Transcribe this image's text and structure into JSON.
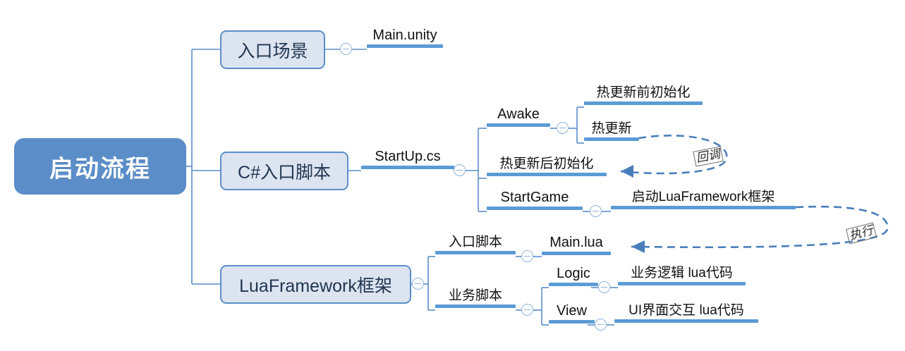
{
  "diagram": {
    "title": "启动流程",
    "type": "mindmap",
    "root": {
      "label": "启动流程"
    },
    "branches": [
      {
        "label": "入口场景",
        "children": [
          {
            "label": "Main.unity"
          }
        ]
      },
      {
        "label": "C#入口脚本",
        "children": [
          {
            "label": "StartUp.cs",
            "children": [
              {
                "label": "Awake",
                "children": [
                  {
                    "label": "热更新前初始化"
                  },
                  {
                    "label": "热更新"
                  }
                ]
              },
              {
                "label": "热更新后初始化"
              },
              {
                "label": "StartGame",
                "children": [
                  {
                    "label": "启动LuaFramework框架"
                  }
                ]
              }
            ]
          }
        ]
      },
      {
        "label": "LuaFramework框架",
        "children": [
          {
            "label": "入口脚本",
            "children": [
              {
                "label": "Main.lua"
              }
            ]
          },
          {
            "label": "业务脚本",
            "children": [
              {
                "label": "Logic",
                "children": [
                  {
                    "label": "业务逻辑 lua代码"
                  }
                ]
              },
              {
                "label": "View",
                "children": [
                  {
                    "label": "UI界面交互 lua代码"
                  }
                ]
              }
            ]
          }
        ]
      }
    ],
    "relations": [
      {
        "label": "回调",
        "from": "热更新",
        "to": "热更新后初始化"
      },
      {
        "label": "执行",
        "from": "启动LuaFramework框架",
        "to": "Main.lua"
      }
    ],
    "colors": {
      "root_fill": "#5b8ec9",
      "node_fill": "#dce4f0",
      "node_border": "#5b8ec9",
      "bar": "#5b9bd5",
      "connector": "#5b8ec9",
      "dashed": "#4a7ebb",
      "root_text": "#ffffff",
      "node_text": "#1f3550",
      "leaf_text": "#111111"
    },
    "icons": {
      "collapse": "minus-circle-icon"
    }
  }
}
